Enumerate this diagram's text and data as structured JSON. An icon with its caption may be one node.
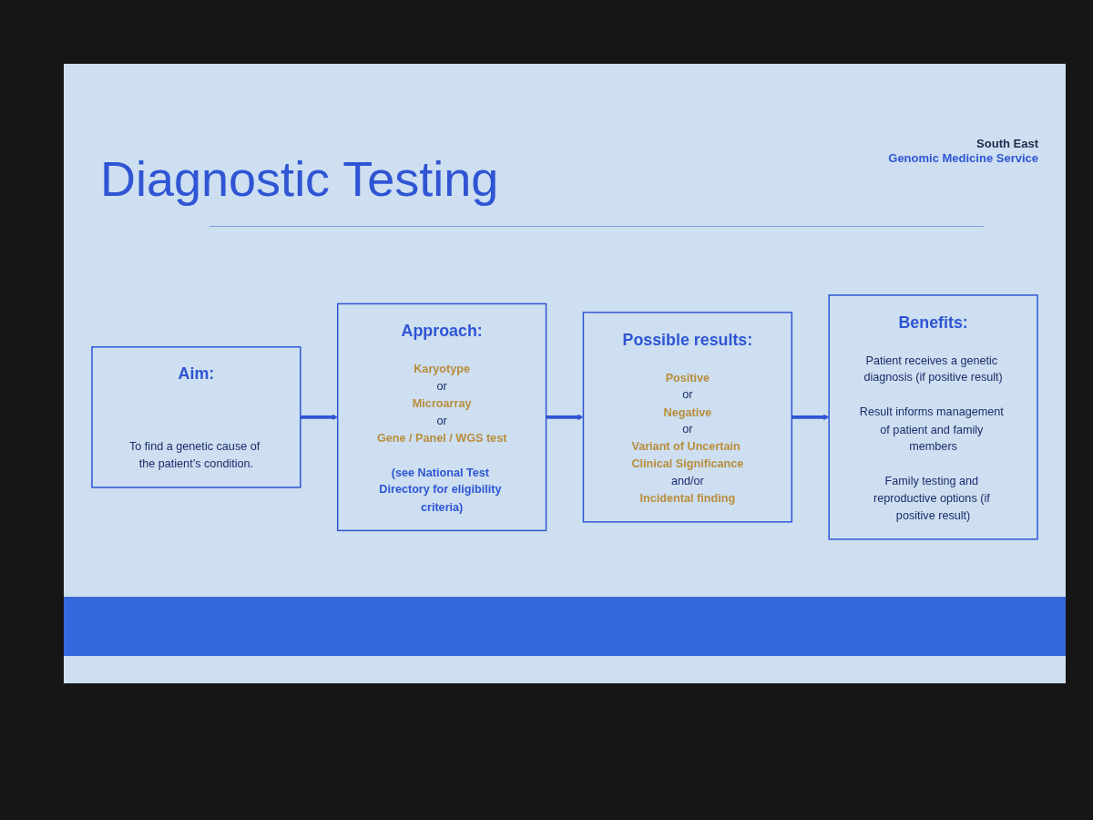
{
  "diagram": {
    "title": "Diagnostic Testing",
    "nodes": [
      {
        "text": [
          "Aim:",
          "To find a genetic cause of the patient’s condition."
        ]
      },
      {
        "text": [
          "Approach:",
          "Karyotype",
          "or",
          "Microarray",
          "or",
          "Gene / Panel / WGS test",
          "(see National Test Directory for eligibility criteria)"
        ]
      },
      {
        "text": [
          "Possible results:",
          "Positive",
          "or",
          "Negative",
          "or",
          "Variant of Uncertain Clinical Significance",
          "and/or",
          "Incidental finding"
        ]
      },
      {
        "text": [
          "Benefits:",
          "Patient receives a genetic diagnosis (if positive result)",
          "Result informs management of patient and family members",
          "Family testing and reproductive options (if positive result)"
        ]
      }
    ],
    "edges": [
      {
        "from": 0,
        "to": 1,
        "arrow": "to"
      },
      {
        "from": 1,
        "to": 2,
        "arrow": "to"
      },
      {
        "from": 2,
        "to": 3,
        "arrow": "to"
      }
    ],
    "labels": [
      "South East",
      "Genomic Medicine Service"
    ]
  }
}
